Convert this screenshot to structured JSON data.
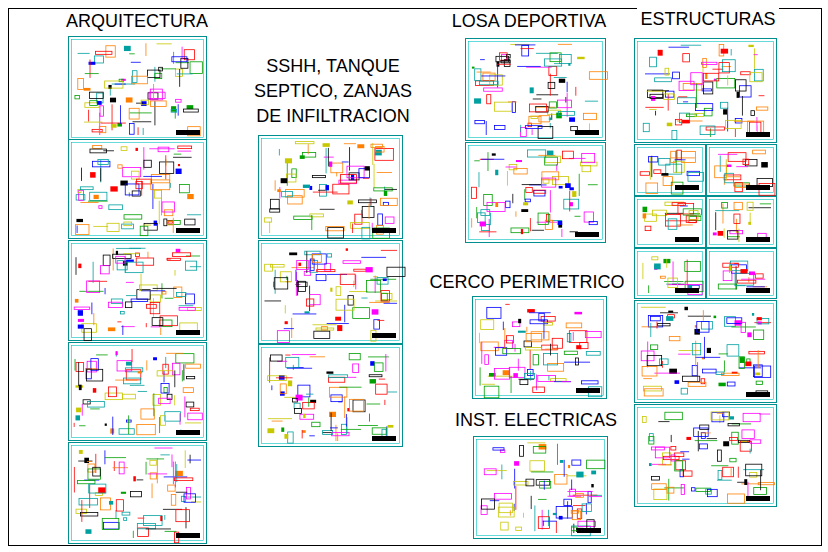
{
  "diagram": {
    "nodes": [
      {
        "text": [
          "ARQUITECTURA"
        ]
      },
      {
        "text": [
          "SSHH, TANQUE SEPTICO, ZANJAS DE INFILTRACION"
        ]
      },
      {
        "text": [
          "LOSA DEPORTIVA"
        ]
      },
      {
        "text": [
          "ESTRUCTURAS"
        ]
      },
      {
        "text": [
          "CERCO PERIMETRICO"
        ]
      },
      {
        "text": [
          "INST. ELECTRICAS"
        ]
      }
    ]
  }
}
